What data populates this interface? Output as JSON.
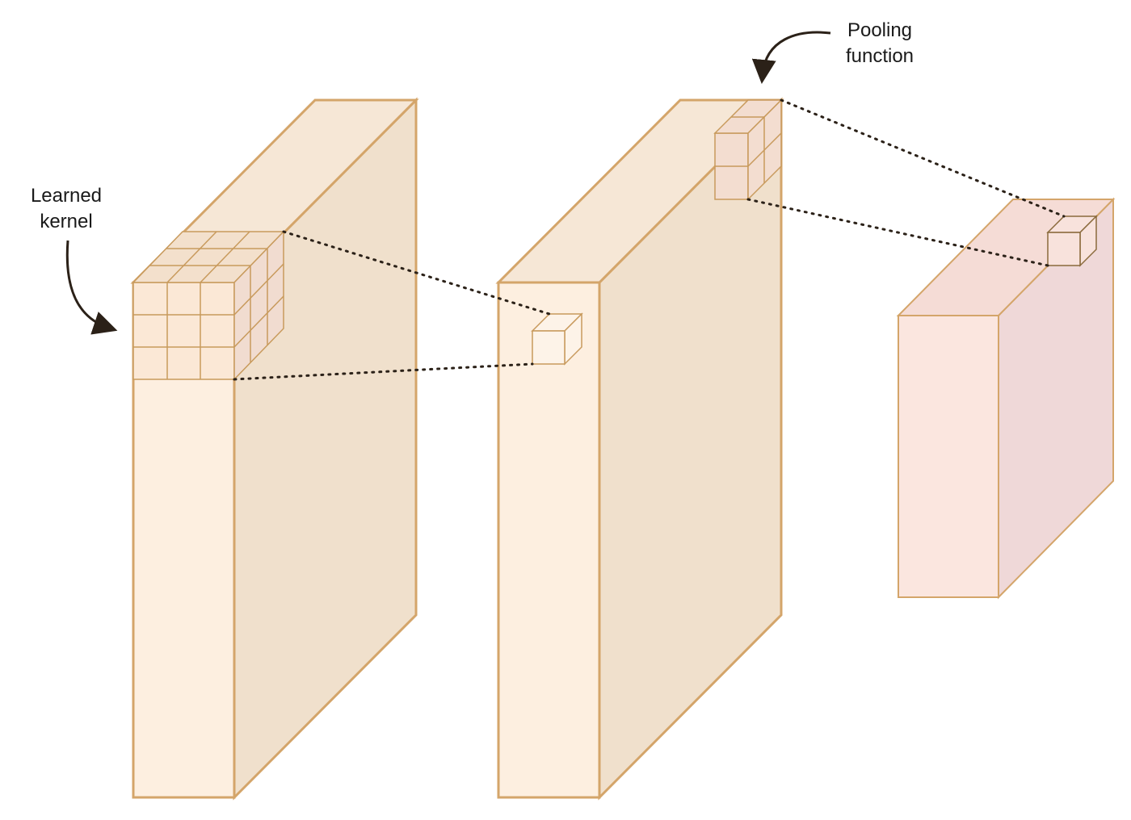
{
  "annotations": {
    "kernel_label": [
      "Learned",
      "kernel"
    ],
    "pooling_label": [
      "Pooling",
      "function"
    ]
  },
  "colors": {
    "stroke": "#d4a56a",
    "front_face": "#fdefe0",
    "side_face": "#f0e0cc",
    "top_face": "#f6e7d6",
    "pooled_front": "#fbe6df",
    "pooled_side": "#efd8d8",
    "pooled_top": "#f5dcd6",
    "dots": "#2b2118",
    "arrow": "#2b2118",
    "text": "#1a1a1a"
  }
}
